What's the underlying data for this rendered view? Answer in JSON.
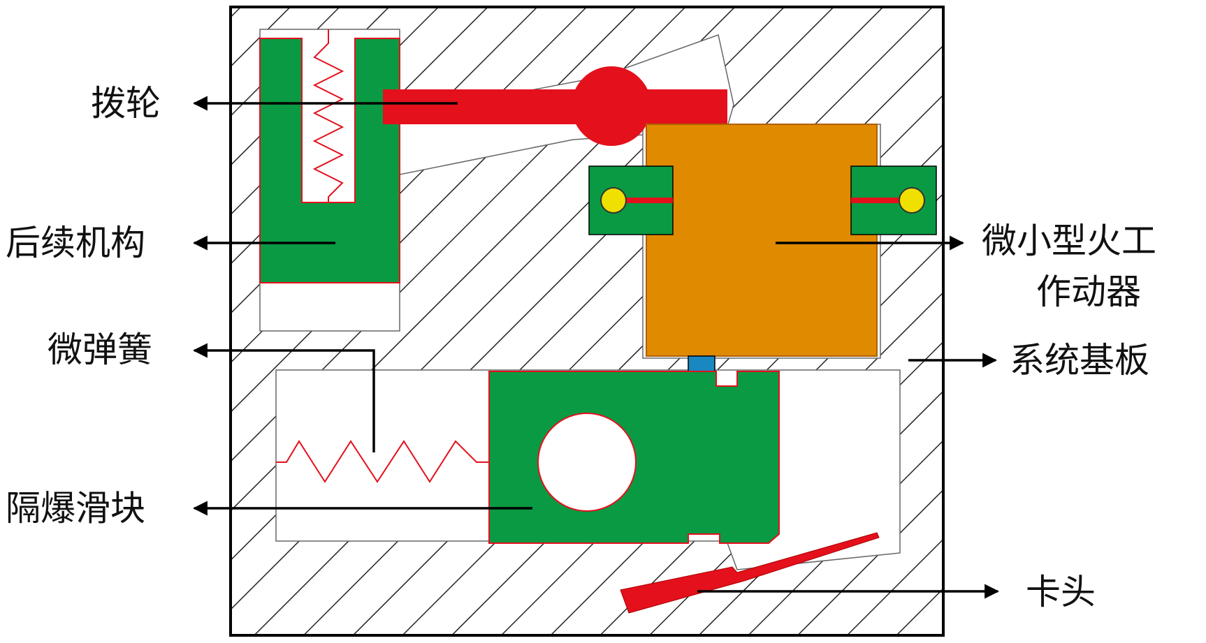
{
  "labels": {
    "bolun": "拨轮",
    "houxu": "后续机构",
    "weitanhuang": "微弹簧",
    "gebao": "隔爆滑块",
    "actuator_line1": "微小型火工",
    "actuator_line2": "作动器",
    "jiban": "系统基板",
    "katou": "卡头"
  },
  "colors": {
    "green": "#0a9a44",
    "red": "#e4101c",
    "orange": "#e08a00",
    "yellow": "#f0e000",
    "blue": "#1a88c0",
    "hatch": "#222222",
    "outline": "#000000"
  }
}
